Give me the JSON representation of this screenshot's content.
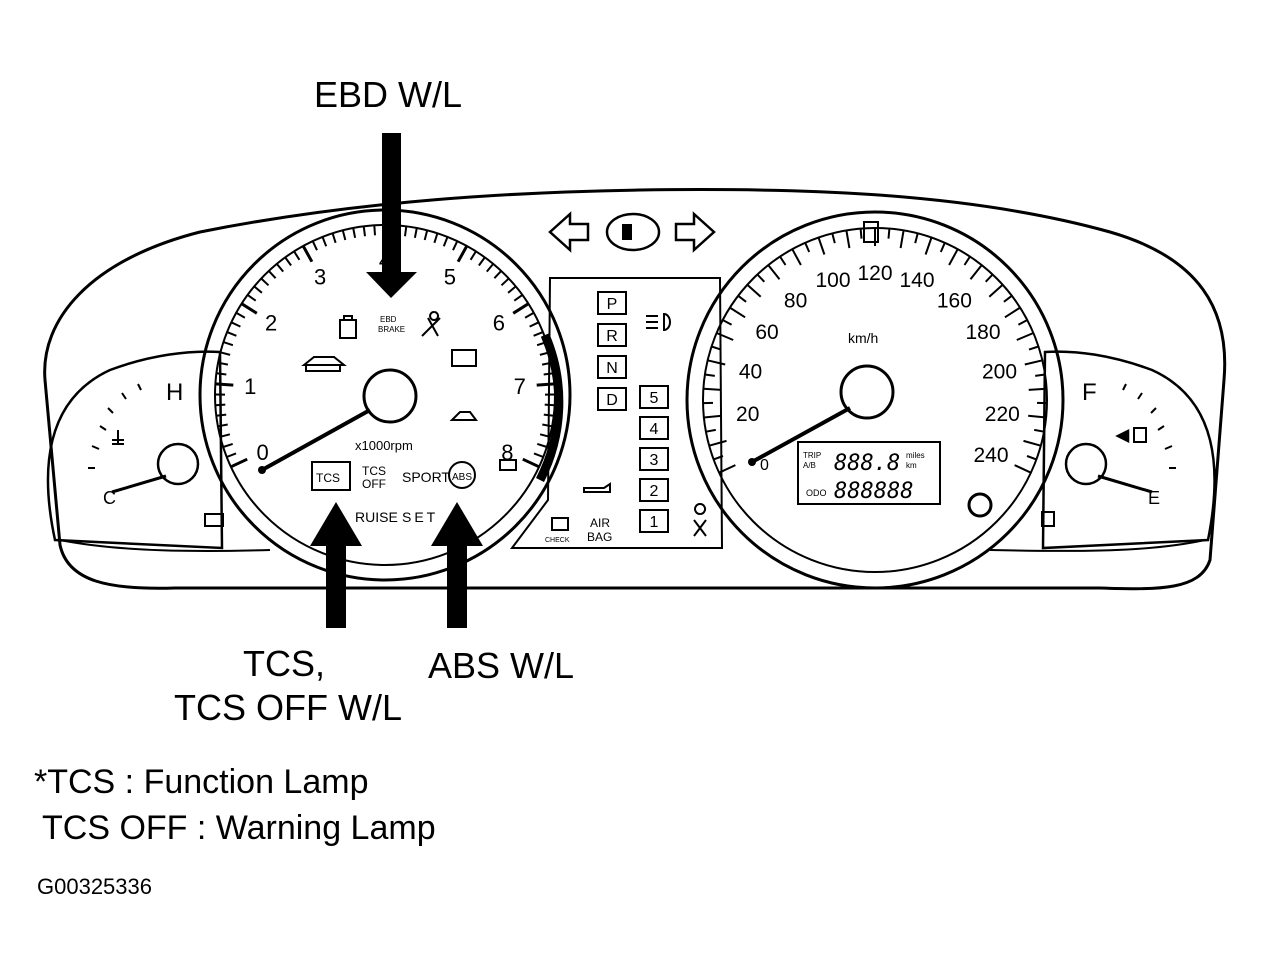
{
  "callouts": {
    "ebd": "EBD W/L",
    "tcs_line1": "TCS,",
    "tcs_line2": "TCS OFF W/L",
    "abs": "ABS W/L"
  },
  "notes": {
    "line1": "*TCS : Function Lamp",
    "line2": "TCS OFF : Warning Lamp"
  },
  "figure_code": "G00325336",
  "tachometer": {
    "numbers": [
      "0",
      "1",
      "2",
      "3",
      "4",
      "5",
      "6",
      "7",
      "8"
    ],
    "unit": "x1000rpm",
    "tcs": "TCS",
    "tcs_off_1": "TCS",
    "tcs_off_2": "OFF",
    "sport": "SPORT",
    "abs": "ABS",
    "cruise": "RUISE",
    "set": "SET"
  },
  "speedometer": {
    "numbers": [
      "20",
      "40",
      "60",
      "80",
      "100",
      "120",
      "140",
      "160",
      "180",
      "200",
      "220",
      "240"
    ],
    "zero": "0",
    "unit": "km/h",
    "trip_1": "TRIP",
    "trip_2": "A/B",
    "trip_value": "888.8",
    "trip_unit_1": "miles",
    "trip_unit_2": "km",
    "odo": "ODO",
    "odo_value": "888888"
  },
  "temp_gauge": {
    "hot": "H",
    "cold": "C"
  },
  "fuel_gauge": {
    "full": "F",
    "empty": "E"
  },
  "center_panel": {
    "gears": [
      "P",
      "R",
      "N",
      "D"
    ],
    "sport_gears": [
      "5",
      "4",
      "3",
      "2",
      "1"
    ],
    "check": "CHECK",
    "airbag_1": "AIR",
    "airbag_2": "BAG"
  }
}
